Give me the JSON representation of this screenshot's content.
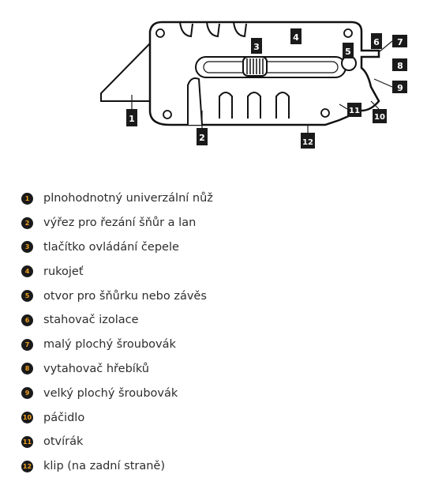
{
  "callouts": [
    {
      "n": "1",
      "text": "plnohodnotný univerzální nůž"
    },
    {
      "n": "2",
      "text": "výřez pro řezání šňůr a lan"
    },
    {
      "n": "3",
      "text": "tlačítko ovládání čepele"
    },
    {
      "n": "4",
      "text": "rukojeť"
    },
    {
      "n": "5",
      "text": "otvor pro šňůrku nebo závěs"
    },
    {
      "n": "6",
      "text": "stahovač izolace"
    },
    {
      "n": "7",
      "text": "malý plochý šroubovák"
    },
    {
      "n": "8",
      "text": "vytahovač hřebíků"
    },
    {
      "n": "9",
      "text": "velký plochý šroubovák"
    },
    {
      "n": "10",
      "text": "páčidlo"
    },
    {
      "n": "11",
      "text": "otvírák"
    },
    {
      "n": "12",
      "text": "klip (na zadní straně)"
    }
  ],
  "colors": {
    "badge_bg": "#1a1a1a",
    "badge_fg": "#f0a020",
    "line": "#1a1a1a"
  }
}
